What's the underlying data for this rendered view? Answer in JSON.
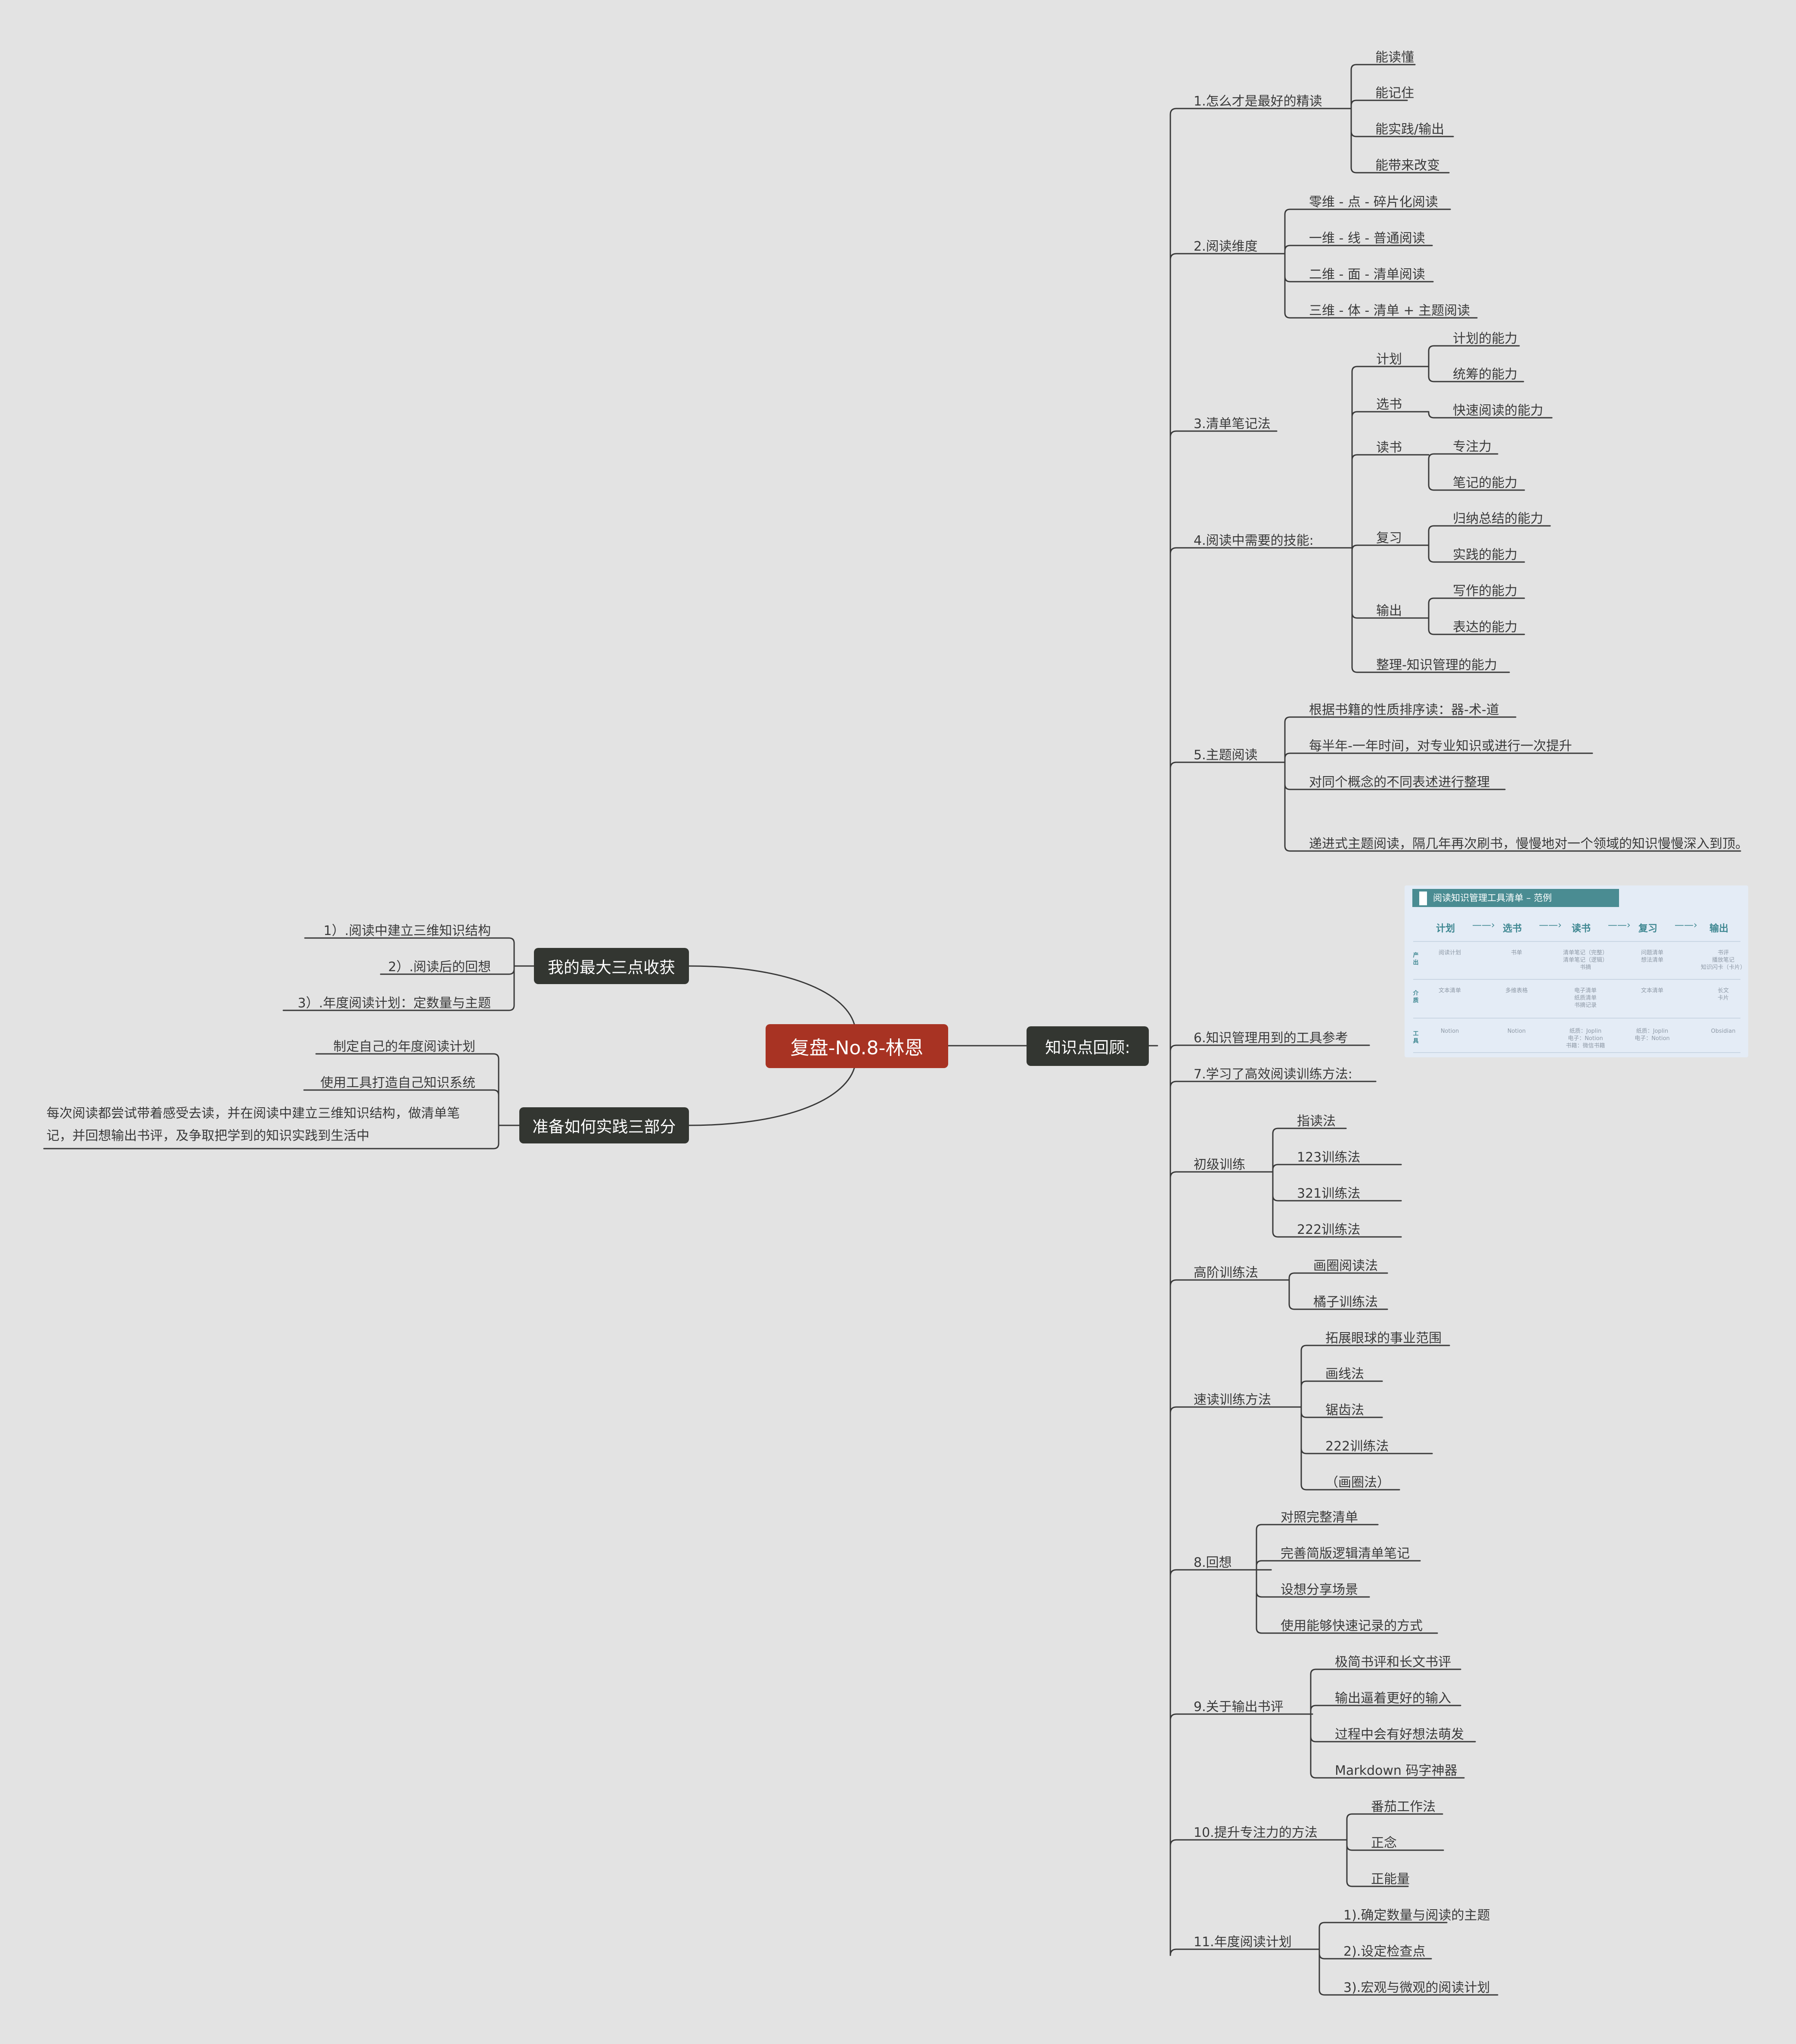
{
  "root": {
    "label": "复盘-No.8-林恩"
  },
  "branches": {
    "knowledge": {
      "label": "知识点回顾:",
      "items": [
        {
          "label": "1.怎么才是最好的精读",
          "children": [
            "能读懂",
            "能记住",
            "能实践/输出",
            "能带来改变"
          ]
        },
        {
          "label": "2.阅读维度",
          "children": [
            "零维 - 点 - 碎片化阅读",
            "一维 - 线 - 普通阅读",
            "二维 - 面 - 清单阅读",
            "三维 - 体 - 清单 + 主题阅读"
          ]
        },
        {
          "label": "3.清单笔记法"
        },
        {
          "label": "4.阅读中需要的技能:",
          "children": [
            {
              "label": "计划",
              "children": [
                "计划的能力",
                "统筹的能力"
              ]
            },
            {
              "label": "选书",
              "children": [
                "快速阅读的能力"
              ]
            },
            {
              "label": "读书",
              "children": [
                "专注力",
                "笔记的能力"
              ]
            },
            {
              "label": "复习",
              "children": [
                "归纳总结的能力",
                "实践的能力"
              ]
            },
            {
              "label": "输出",
              "children": [
                "写作的能力",
                "表达的能力"
              ]
            },
            {
              "label": "整理-知识管理的能力"
            }
          ]
        },
        {
          "label": "5.主题阅读",
          "children": [
            "根据书籍的性质排序读：器-术-道",
            "每半年-一年时间，对专业知识或进行一次提升",
            "对同个概念的不同表述进行整理",
            "递进式主题阅读，隔几年再次刷书，慢慢地对一个领域的知识慢慢深入到顶。"
          ]
        },
        {
          "label": "6.知识管理用到的工具参考"
        },
        {
          "label": "7.学习了高效阅读训练方法:"
        },
        {
          "label": "初级训练",
          "children": [
            "指读法",
            "123训练法",
            "321训练法",
            "222训练法"
          ]
        },
        {
          "label": "高阶训练法",
          "children": [
            "画圈阅读法",
            "橘子训练法"
          ]
        },
        {
          "label": "速读训练方法",
          "children": [
            "拓展眼球的事业范围",
            "画线法",
            "锯齿法",
            "222训练法",
            "（画圈法）"
          ]
        },
        {
          "label": "8.回想",
          "children": [
            "对照完整清单",
            "完善简版逻辑清单笔记",
            "设想分享场景",
            "使用能够快速记录的方式"
          ]
        },
        {
          "label": "9.关于输出书评",
          "children": [
            "极简书评和长文书评",
            "输出逼着更好的输入",
            "过程中会有好想法萌发",
            "Markdown 码字神器"
          ]
        },
        {
          "label": "10.提升专注力的方法",
          "children": [
            "番茄工作法",
            "正念",
            "正能量"
          ]
        },
        {
          "label": "11.年度阅读计划",
          "children": [
            "1).确定数量与阅读的主题",
            "2).设定检查点",
            "3).宏观与微观的阅读计划"
          ]
        }
      ]
    },
    "gains": {
      "label": "我的最大三点收获",
      "children": [
        "1）.阅读中建立三维知识结构",
        "2）.阅读后的回想",
        "3）.年度阅读计划：定数量与主题"
      ]
    },
    "practice": {
      "label": "准备如何实践三部分",
      "children": [
        "制定自己的年度阅读计划",
        "使用工具打造自己知识系统",
        "每次阅读都尝试带着感受去读，并在阅读中建立三维知识结构，做清单笔记，并回想输出书评，及争取把学到的知识实践到生活中"
      ]
    }
  },
  "tool_image": {
    "title": "阅读知识管理工具清单 – 范例",
    "stages": [
      "计划",
      "选书",
      "读书",
      "复习",
      "输出"
    ],
    "arrow": "——›",
    "rows": [
      {
        "label": "产\n出",
        "cells": [
          "阅读计划",
          "书单",
          "清单笔记（完整）\n清单笔记（逻辑）\n书摘",
          "问题清单\n想法清单",
          "书评\n播放笔记\n知识闪卡（卡片）"
        ]
      },
      {
        "label": "介\n质",
        "cells": [
          "文本清单",
          "多维表格",
          "电子清单\n纸质清单\n书摘记录",
          "文本清单",
          "长文\n卡片"
        ]
      },
      {
        "label": "工\n具",
        "cells": [
          "Notion",
          "Notion",
          "纸质：Joplin\n电子：Notion\n书籍：微信书籍",
          "纸质：Joplin\n电子：Notion",
          "Obsidian"
        ]
      }
    ]
  },
  "colors": {
    "root": "#a83323",
    "main": "#333631",
    "background": "#e3e3e3",
    "line": "#3a3a3a",
    "embed_accent": "#4a8c92"
  }
}
